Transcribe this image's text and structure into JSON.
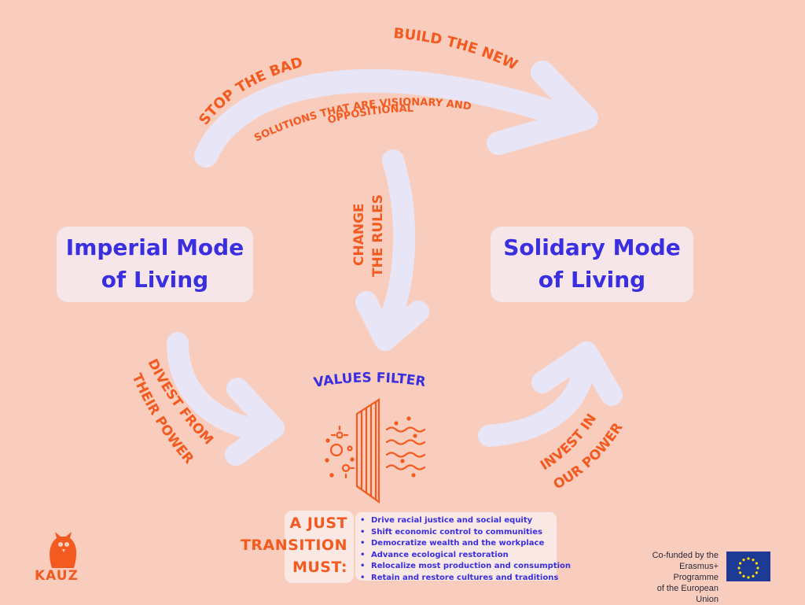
{
  "modes": {
    "imperial": [
      "Imperial Mode",
      "of Living"
    ],
    "solidary": [
      "Solidary Mode",
      "of Living"
    ]
  },
  "arrows": {
    "stop_the_bad": "STOP THE BAD",
    "build_the_new": "BUILD THE NEW",
    "solutions_line1": "SOLUTIONS THAT ARE VISIONARY AND",
    "solutions_line2": "OPPOSITIONAL",
    "change_rules_line1": "CHANGE",
    "change_rules_line2": "THE RULES",
    "divest_line1": "DIVEST FROM",
    "divest_line2": "THEIR POWER",
    "invest_line1": "INVEST IN",
    "invest_line2": "OUR POWER"
  },
  "filter": {
    "title": "VALUES FILTER"
  },
  "transition": {
    "title_lines": [
      "A JUST",
      "TRANSITION",
      "MUST:"
    ],
    "items": [
      "Drive racial justice and social equity",
      "Shift economic control to communities",
      "Democratize wealth and the workplace",
      "Advance ecological restoration",
      "Relocalize most production and consumption",
      "Retain and restore cultures and traditions"
    ]
  },
  "branding": {
    "logo_text": "KAUZ",
    "cofunded_lines": [
      "Co-funded by the",
      "Erasmus+ Programme",
      "of the European Union"
    ]
  },
  "colors": {
    "background": "#f9cdbd",
    "arrow": "#e8e6f6",
    "accent_orange": "#f25a1f",
    "accent_blue": "#3a2fe0",
    "box": "#f6e6ea",
    "eu_blue": "#1e3a94",
    "eu_star": "#ffdd00"
  }
}
